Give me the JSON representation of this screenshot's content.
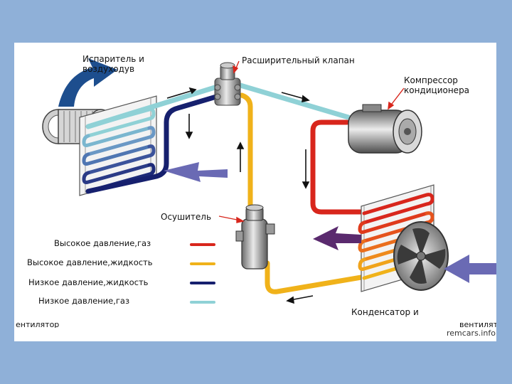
{
  "labels": {
    "evaporator": "Испаритель и воздуходув",
    "expansion_valve": "Расширительный клапан",
    "compressor": "Компрессор кондиционера",
    "dryer": "Осушитель",
    "condenser": "Конденсатор и",
    "fan_cut_left": "ентилятор",
    "fan_cut_right": "вентилят"
  },
  "legend": [
    {
      "label": "Высокое давление,газ",
      "color": "#d8261c"
    },
    {
      "label": "Высокое давление,жидкость",
      "color": "#f0b21a"
    },
    {
      "label": "Низкое давление,жидкость",
      "color": "#16206e"
    },
    {
      "label": "Низкое давление,газ",
      "color": "#8fd1d6"
    }
  ],
  "credit": "remcars.info",
  "colors": {
    "high_gas": "#d8261c",
    "high_liquid": "#f0b21a",
    "low_liquid": "#16206e",
    "low_gas": "#8fd1d6",
    "background": "#8fb0d8",
    "airflow_arrow": "#6a6ab4"
  }
}
